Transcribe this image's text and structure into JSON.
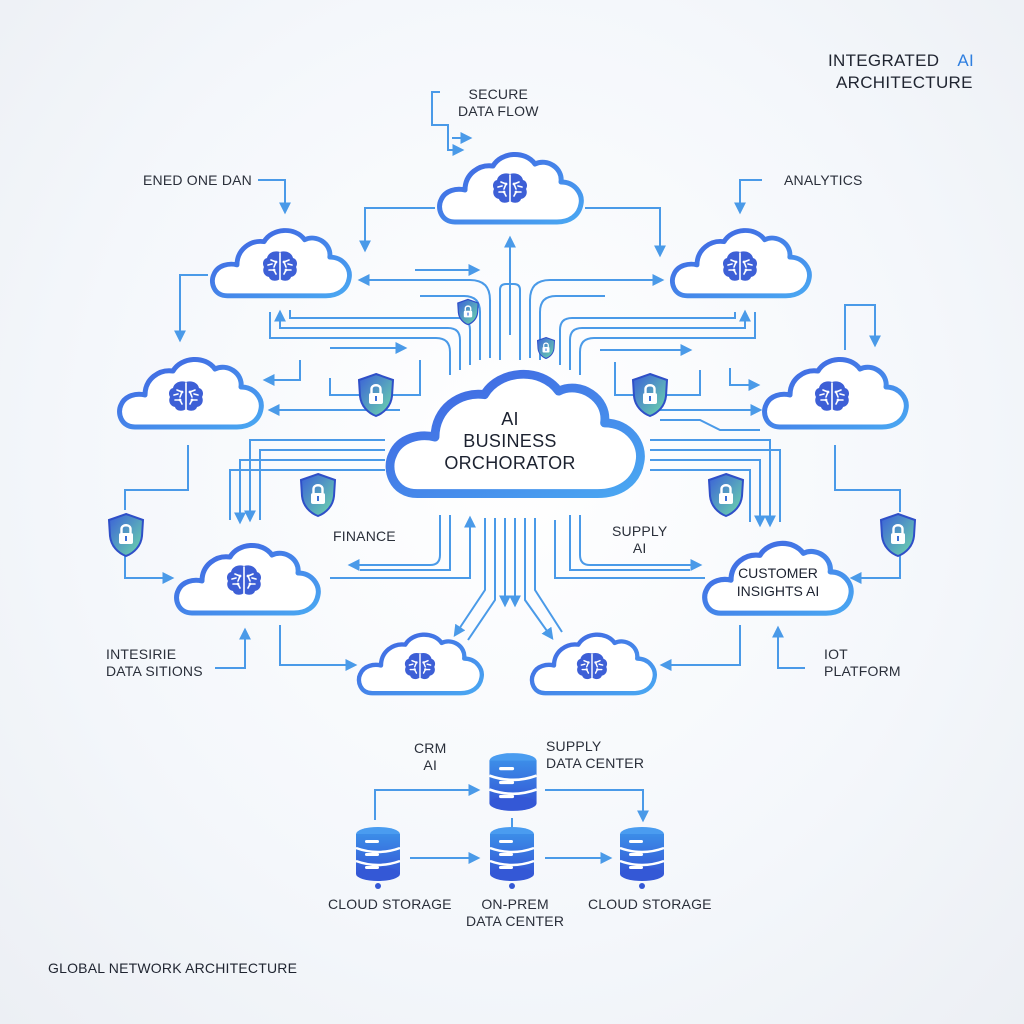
{
  "title": {
    "main": "INTEGRATED",
    "accent": "AI",
    "sub": "ARCHITECTURE"
  },
  "hub": {
    "line1": "AI",
    "line2": "BUSINESS",
    "line3": "ORCHORATOR"
  },
  "labels": {
    "secure_flow": "SECURE\nDATA FLOW",
    "ened": "ENED ONE DAN",
    "analytics": "ANALYTICS",
    "finance": "FINANCE",
    "supply_ai": "SUPPLY\nAI",
    "intesirie": "INTESIRIE\nDATA SITIONS",
    "iot": "IOT\nPLATFORM",
    "crm": "CRM\nAI",
    "supply_dc": "SUPPLY\nDATA CENTER",
    "cloud_storage_left": "CLOUD STORAGE",
    "onprem": "ON-PREM\nDATA CENTER",
    "cloud_storage_right": "CLOUD STORAGE"
  },
  "customer_node": "CUSTOMER\nINSIGHTS AI",
  "footer": "GLOBAL NETWORK ARCHITECTURE",
  "colors": {
    "cloud_stroke_a": "#3f6fe0",
    "cloud_stroke_b": "#4aa3f0",
    "brain": "#3d5fd6",
    "arrow": "#4a9ae8",
    "shield_a": "#3b66d9",
    "shield_b": "#6fd9a8"
  },
  "icons": [
    "brain-icon",
    "shield-lock-icon",
    "database-icon",
    "arrow-icon"
  ]
}
